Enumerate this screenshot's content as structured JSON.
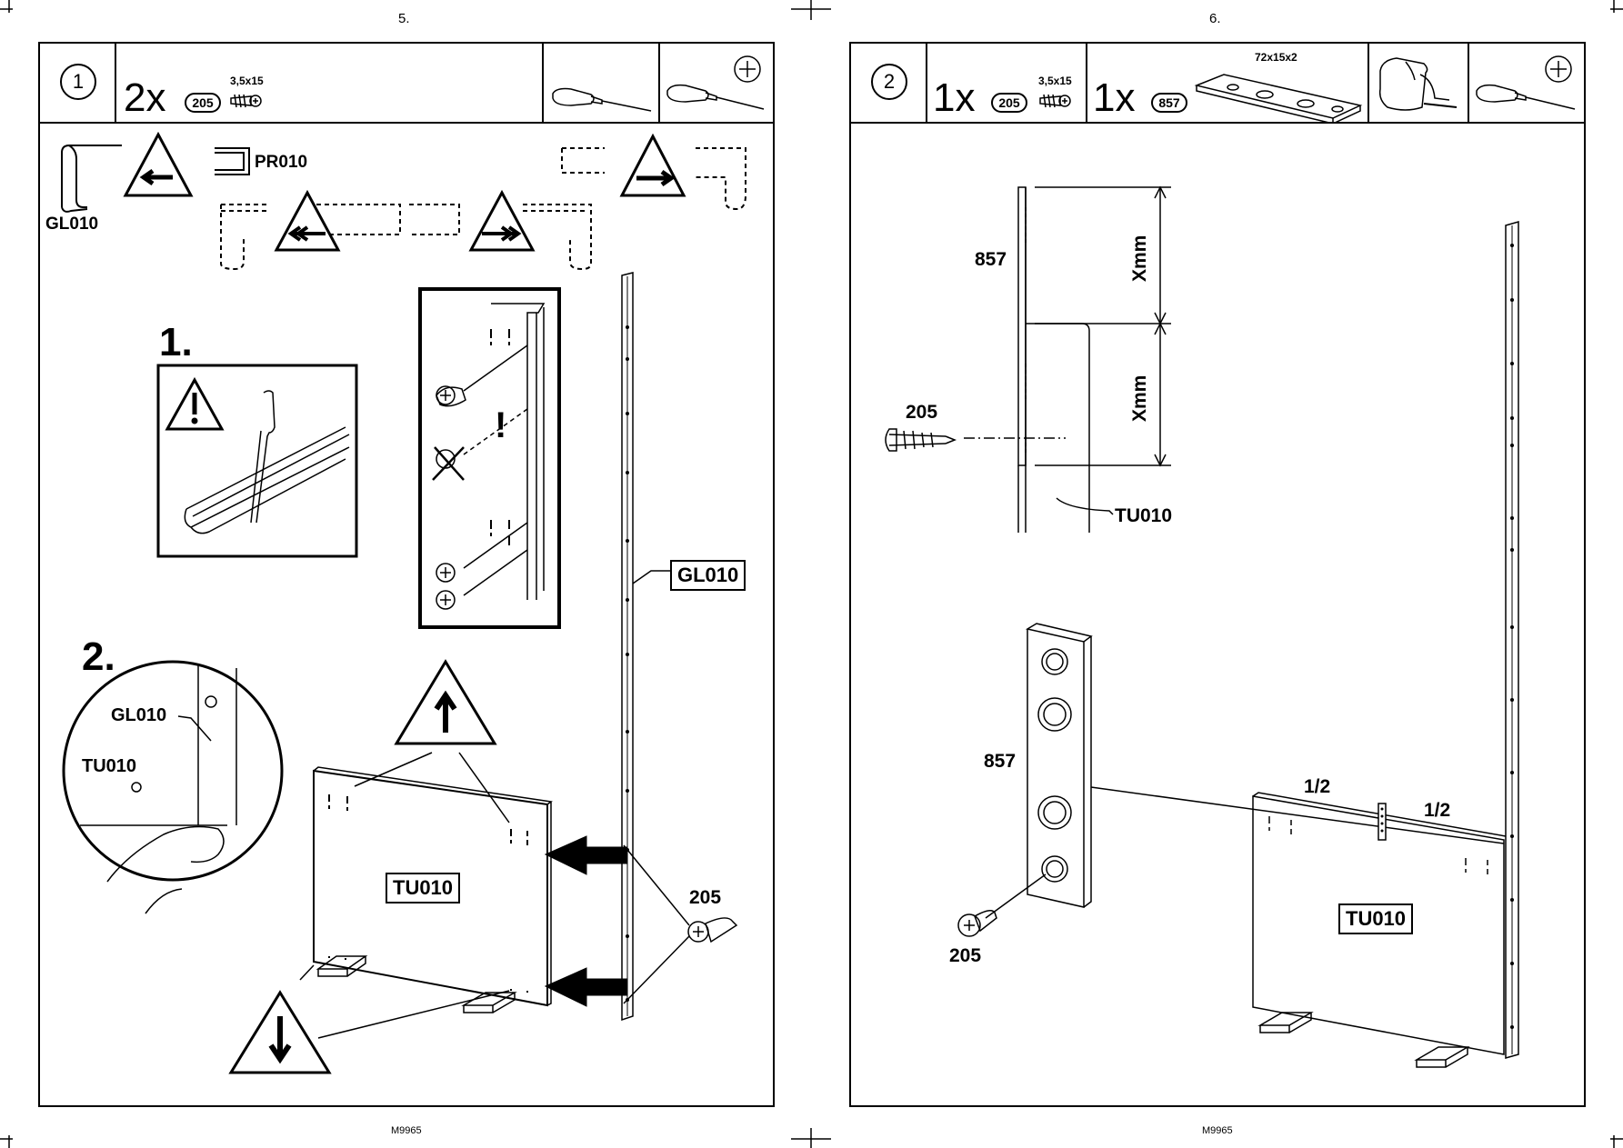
{
  "pages": {
    "left": {
      "number": "5.",
      "footer": "M9965"
    },
    "right": {
      "number": "6.",
      "footer": "M9965"
    }
  },
  "step1": {
    "step": "1",
    "qty": "2x",
    "part": "205",
    "screw_size": "3,5x15",
    "labels": {
      "pr010": "PR010",
      "gl010_top": "GL010",
      "substep1": "1.",
      "substep2": "2.",
      "detail_gl010": "GL010",
      "detail_tu010": "TU010",
      "side_gl010": "GL010",
      "panel": "TU010",
      "screw": "205",
      "exclaim": "!"
    },
    "tools": [
      "flat-screwdriver",
      "phillips-screwdriver"
    ]
  },
  "step2": {
    "step": "2",
    "qty1": "1x",
    "part1": "205",
    "screw_size": "3,5x15",
    "qty2": "1x",
    "part2": "857",
    "bracket_size": "72x15x2",
    "labels": {
      "part857_top": "857",
      "xmm_upper": "Xmm",
      "xmm_lower": "Xmm",
      "screw_top": "205",
      "tu010_top": "TU010",
      "part857_bottom": "857",
      "screw_bottom": "205",
      "half_left": "1/2",
      "half_right": "1/2",
      "panel": "TU010"
    },
    "tools": [
      "bracket-screwing",
      "phillips-screwdriver"
    ]
  }
}
